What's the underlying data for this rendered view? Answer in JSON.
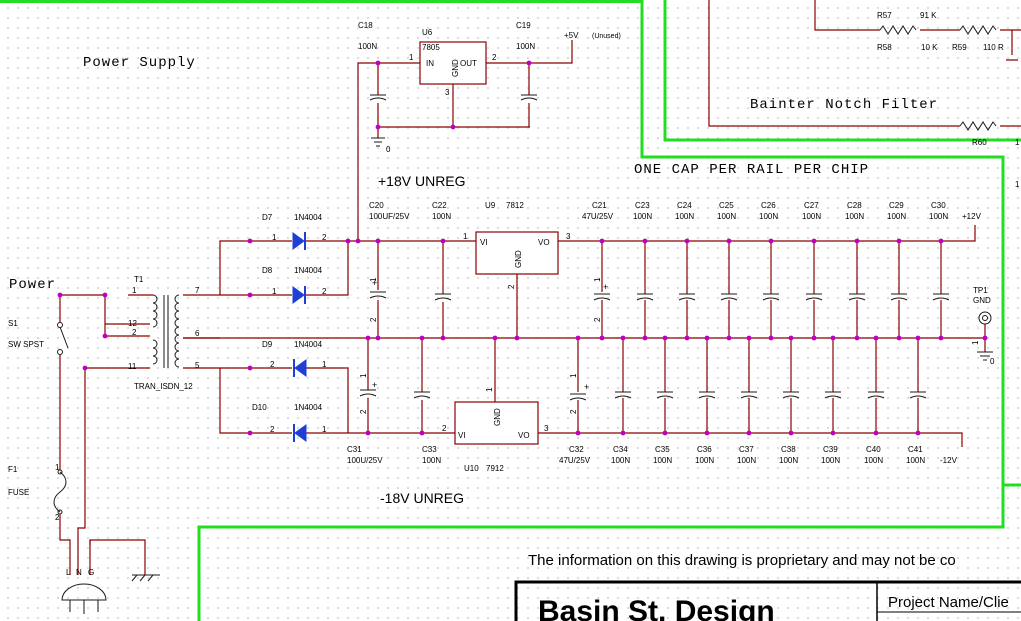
{
  "sheet": {
    "section_title": "Power Supply",
    "notch_section_title": "Bainter Notch Filter",
    "decoupling_note": "ONE CAP PER RAIL PER CHIP",
    "plus_rail_label": "+18V UNREG",
    "minus_rail_label": "-18V UNREG",
    "proprietary_notice": "The information on this drawing is proprietary and may not be co",
    "company_name": "Basin St. Design",
    "project_field_label": "Project Name/Clie"
  },
  "input": {
    "power_label": "Power",
    "switch": {
      "ref": "S1",
      "name": "SW SPST"
    },
    "fuse": {
      "ref": "F1",
      "name": "FUSE"
    },
    "plug_pins": [
      "L",
      "N",
      "G"
    ]
  },
  "transformer": {
    "ref": "T1",
    "name": "TRAN_ISDN_12",
    "pins": [
      "1",
      "12",
      "2",
      "11",
      "7",
      "6",
      "5"
    ]
  },
  "diodes": [
    {
      "ref": "D7",
      "part": "1N4004",
      "pin_a": "1",
      "pin_k": "2"
    },
    {
      "ref": "D8",
      "part": "1N4004",
      "pin_a": "1",
      "pin_k": "2"
    },
    {
      "ref": "D9",
      "part": "1N4004",
      "pin_a": "2",
      "pin_k": "1"
    },
    {
      "ref": "D10",
      "part": "1N4004",
      "pin_a": "2",
      "pin_k": "1"
    }
  ],
  "regulators": [
    {
      "ref": "U6",
      "part": "7805",
      "in": "IN",
      "out": "OUT",
      "gnd": "GND",
      "pin_in": "1",
      "pin_out": "2",
      "pin_gnd": "3"
    },
    {
      "ref": "U9",
      "part": "7812",
      "in": "VI",
      "out": "VO",
      "gnd": "GND",
      "pin_in": "1",
      "pin_out": "3",
      "pin_gnd": "2"
    },
    {
      "ref": "U10",
      "part": "7912",
      "in": "VI",
      "out": "VO",
      "gnd": "GND",
      "pin_in": "2",
      "pin_out": "3",
      "pin_gnd": "1"
    }
  ],
  "u6_caps": [
    {
      "ref": "C18",
      "value": "100N"
    },
    {
      "ref": "C19",
      "value": "100N"
    }
  ],
  "plus5": {
    "label": "+5V",
    "note": "(Unused)",
    "gnd": "0"
  },
  "top_bulk_caps": [
    {
      "ref": "C20",
      "value": "100UF/25V",
      "pin_top": "1",
      "pin_bottom": "2"
    },
    {
      "ref": "C22",
      "value": "100N"
    },
    {
      "ref": "C21",
      "value": "47U/25V",
      "pin_top": "1",
      "pin_bottom": "2"
    }
  ],
  "top_caps": [
    {
      "ref": "C23",
      "value": "100N"
    },
    {
      "ref": "C24",
      "value": "100N"
    },
    {
      "ref": "C25",
      "value": "100N"
    },
    {
      "ref": "C26",
      "value": "100N"
    },
    {
      "ref": "C27",
      "value": "100N"
    },
    {
      "ref": "C28",
      "value": "100N"
    },
    {
      "ref": "C29",
      "value": "100N"
    },
    {
      "ref": "C30",
      "value": "100N"
    }
  ],
  "bottom_bulk_caps": [
    {
      "ref": "C31",
      "value": "100U/25V",
      "pin_top": "1",
      "pin_bottom": "2"
    },
    {
      "ref": "C33",
      "value": "100N"
    },
    {
      "ref": "C32",
      "value": "47U/25V",
      "pin_top": "1",
      "pin_bottom": "2"
    }
  ],
  "bottom_caps": [
    {
      "ref": "C34",
      "value": "100N"
    },
    {
      "ref": "C35",
      "value": "100N"
    },
    {
      "ref": "C36",
      "value": "100N"
    },
    {
      "ref": "C37",
      "value": "100N"
    },
    {
      "ref": "C38",
      "value": "100N"
    },
    {
      "ref": "C39",
      "value": "100N"
    },
    {
      "ref": "C40",
      "value": "100N"
    },
    {
      "ref": "C41",
      "value": "100N"
    }
  ],
  "rails": {
    "positive": "+12V",
    "negative": "-12V",
    "ground": "0"
  },
  "testpoint": {
    "ref": "TP1",
    "name": "GND",
    "pin": "1"
  },
  "notch_filter": {
    "resistors": [
      {
        "ref": "R57",
        "value": "91 K"
      },
      {
        "ref": "R58",
        "value": "10 K"
      },
      {
        "ref": "R59",
        "value": "110 R"
      },
      {
        "ref": "R60",
        "value": "1"
      }
    ],
    "edge_text": "1"
  },
  "colors": {
    "frame": "#22dd22",
    "wire": "#8b0000",
    "junction": "#c000c0",
    "diode": "#1e3fd6",
    "component": "#1a1a1a"
  }
}
